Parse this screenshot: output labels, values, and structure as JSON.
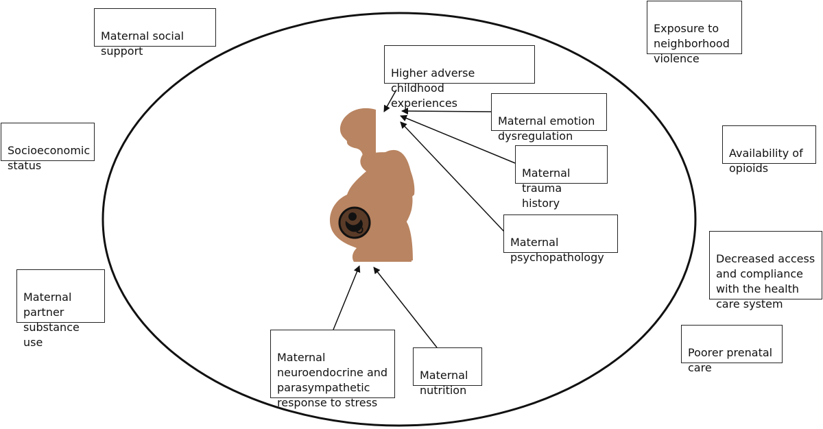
{
  "colors": {
    "figure": "#b98461",
    "line": "#111111",
    "fetus_ring": "#111111",
    "fetus_fill": "#5a3b28"
  },
  "icons": {
    "figure": "pregnant-woman-silhouette-icon",
    "fetus": "fetus-icon"
  },
  "boxes": {
    "maternal_social_support": "Maternal social\nsupport",
    "neighborhood_violence": "Exposure to\nneighborhood\nviolence",
    "adverse_childhood": "Higher adverse childhood\nexperiences",
    "emotion_dysregulation": "Maternal emotion\ndysregulation",
    "socioeconomic_status": "Socioeconomic\nstatus",
    "availability_opioids": "Availability of\nopioids",
    "trauma_history": "Maternal\ntrauma history",
    "psychopathology": "Maternal\npsychopathology",
    "decreased_access": "Decreased access\nand compliance\nwith the health\ncare system",
    "partner_substance_use": "Maternal\npartner\nsubstance use",
    "prenatal_care": "Poorer prenatal\ncare",
    "neuroendocrine": "Maternal\nneuroendocrine and\nparasympathetic\nresponse to stress",
    "nutrition": "Maternal\nnutrition"
  }
}
